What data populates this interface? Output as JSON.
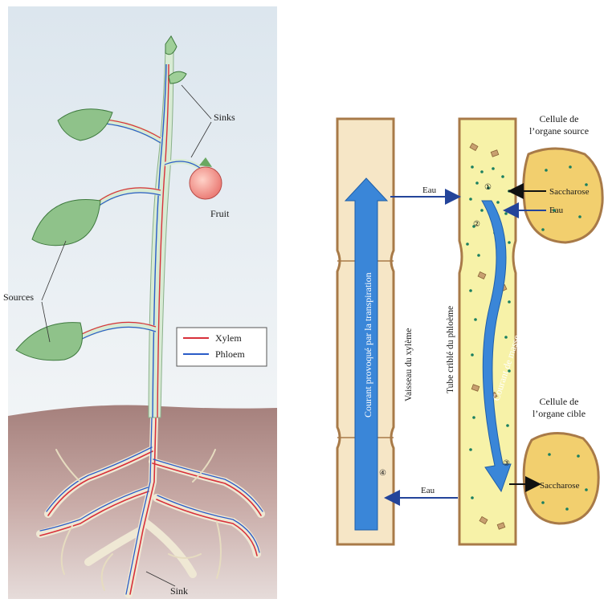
{
  "left_figure": {
    "labels": {
      "sinks": "Sinks",
      "fruit": "Fruit",
      "sources": "Sources",
      "sink": "Sink"
    },
    "legend": {
      "items": [
        {
          "label": "Xylem",
          "color": "#d8303a"
        },
        {
          "label": "Phloem",
          "color": "#2a5cc8"
        }
      ]
    }
  },
  "right_figure": {
    "labels": {
      "source_cell": [
        "Cellule de",
        "l’organe source"
      ],
      "target_cell": [
        "Cellule de",
        "l’organe cible"
      ],
      "sucrose_in": "Saccharose",
      "water_in": "Eau",
      "sucrose_out": "Saccharose",
      "water_top": "Eau",
      "water_bottom": "Eau",
      "xylem_vessel": "Vaisseau du xylème",
      "sieve_tube": "Tube criblé du phloème",
      "transpiration_current": "Courant provoqué par la transpiration",
      "mass_flow": "Courant de masse"
    },
    "steps": [
      "①",
      "②",
      "③",
      "④"
    ]
  },
  "colors": {
    "xylem": "#d8303a",
    "phloem": "#2a5cc8",
    "arrow_blue": "#3a86d8",
    "vessel_fill": "#f6e6c6",
    "vessel_border": "#a87a48",
    "cell_fill": "#f2cf6e",
    "sap_fill": "#f7f2a8",
    "dot": "#1a7f60",
    "soil": "#b8938f"
  }
}
